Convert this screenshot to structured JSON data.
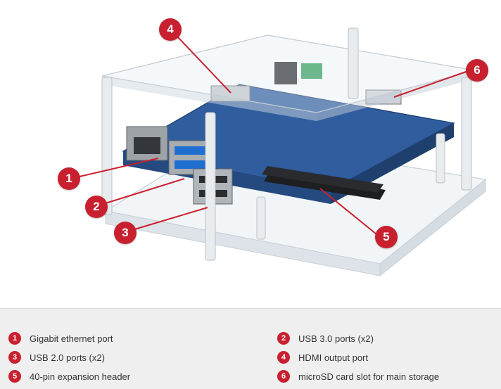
{
  "markers": [
    {
      "num": "1"
    },
    {
      "num": "2"
    },
    {
      "num": "3"
    },
    {
      "num": "4"
    },
    {
      "num": "5"
    },
    {
      "num": "6"
    }
  ],
  "legend": [
    {
      "num": "1",
      "label": "Gigabit ethernet port"
    },
    {
      "num": "2",
      "label": "USB 3.0 ports (x2)"
    },
    {
      "num": "3",
      "label": "USB 2.0 ports (x2)"
    },
    {
      "num": "4",
      "label": "HDMI output port"
    },
    {
      "num": "5",
      "label": "40-pin expansion header"
    },
    {
      "num": "6",
      "label": "microSD card slot for main storage"
    }
  ],
  "colors": {
    "accent": "#c8202e",
    "board": "#2f5d9e",
    "legend_background": "#efefef"
  }
}
